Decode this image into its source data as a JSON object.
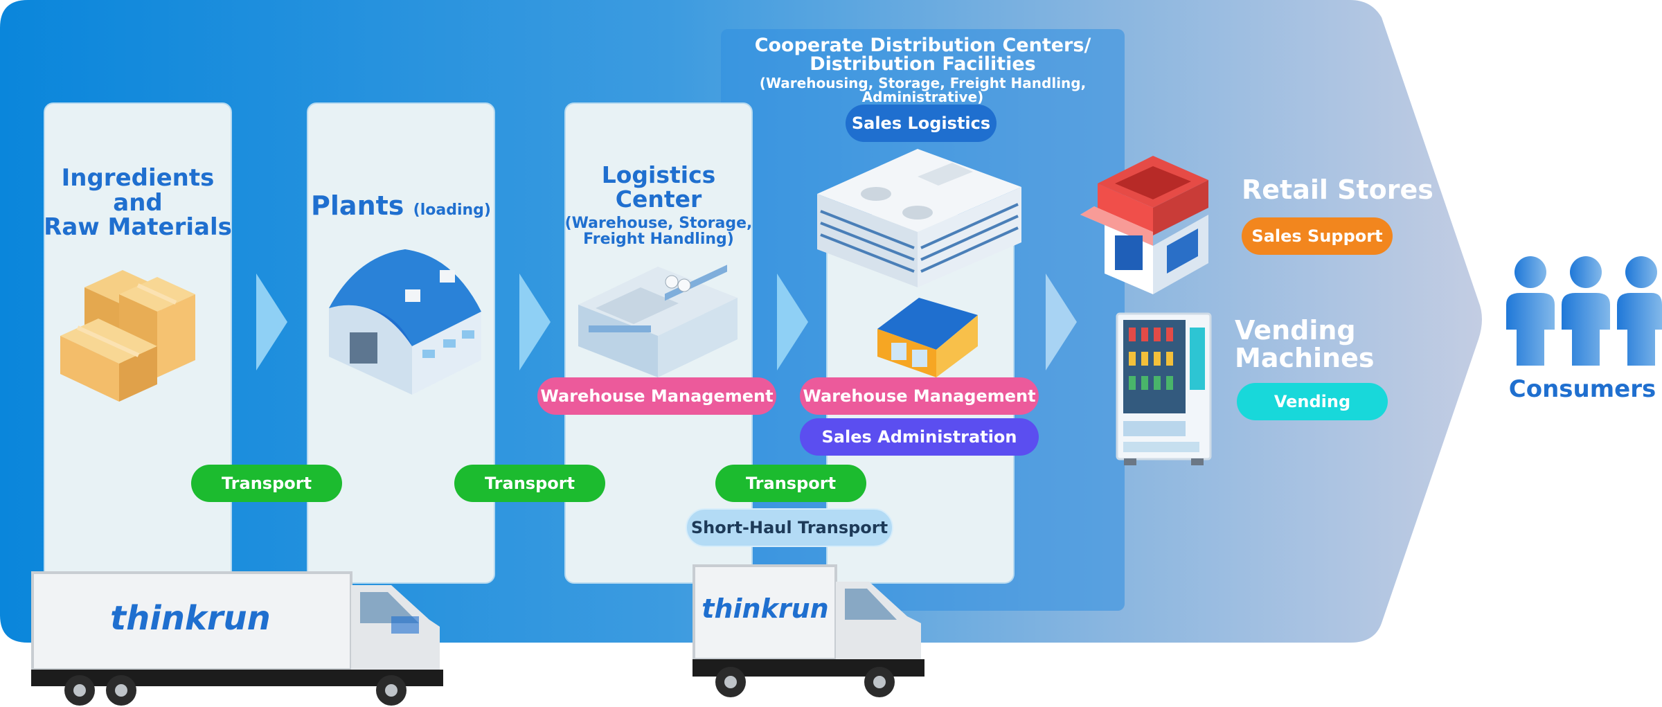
{
  "stages": {
    "ingredients": {
      "title_line1": "Ingredients",
      "title_line2": "and",
      "title_line3": "Raw Materials"
    },
    "plants": {
      "title": "Plants",
      "sub": "(loading)"
    },
    "logistics": {
      "title": "Logistics Center",
      "sub_line1": "(Warehouse, Storage,",
      "sub_line2": "Freight Handling)"
    },
    "coop": {
      "title_line1": "Cooperate Distribution Centers/",
      "title_line2": "Distribution Facilities",
      "sub": "(Warehousing, Storage, Freight Handling, Administrative)"
    },
    "retail": {
      "title": "Retail Stores"
    },
    "vending": {
      "title_line1": "Vending",
      "title_line2": "Machines"
    },
    "consumers": {
      "title": "Consumers"
    }
  },
  "pills": {
    "transport": "Transport",
    "warehouse_management": "Warehouse Management",
    "sales_logistics": "Sales Logistics",
    "sales_administration": "Sales Administration",
    "short_haul": "Short-Haul Transport",
    "sales_support": "Sales Support",
    "vending": "Vending"
  },
  "truck_brand": "thinkrun",
  "colors": {
    "arrow_start": "#0a86db",
    "arrow_end": "#b9c6de",
    "title_blue": "#1f6fcf",
    "transport_green": "#1cbb2f",
    "warehouse_pink": "#ec5a9b",
    "admin_purple": "#5b4ef0",
    "support_orange": "#f2861e",
    "vending_cyan": "#18d8da"
  }
}
